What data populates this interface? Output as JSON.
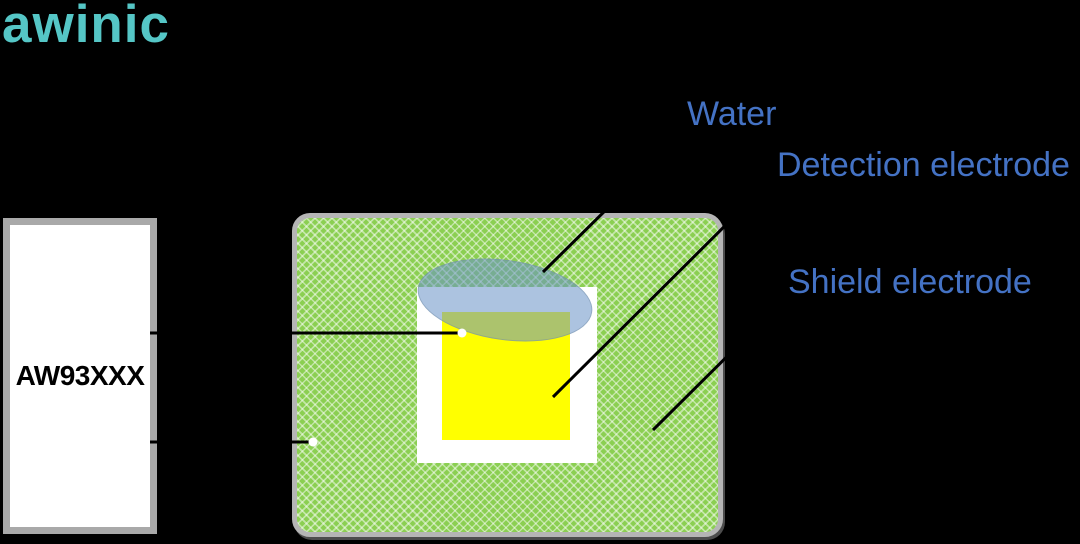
{
  "logo": {
    "text": "awinic",
    "color": "#55c6c6"
  },
  "chip": {
    "label": "AW93XXX"
  },
  "annotations": {
    "water": {
      "label": "Water"
    },
    "detection": {
      "label": "Detection electrode"
    },
    "shield": {
      "label": "Shield electrode"
    },
    "label_color": "#4472c4"
  },
  "diagram": {
    "background_color": "#000000",
    "shield_pad_color": "#8bcf52",
    "detection_pad_color": "#ffff00",
    "water_fill_color": "#6892c6",
    "water_fill_opacity": "0.55",
    "pad_border_color": "#b5b5b5",
    "chip_border_color": "#a9a9a9",
    "connector_color": "#000000",
    "junction_dot_color": "#ffffff"
  }
}
